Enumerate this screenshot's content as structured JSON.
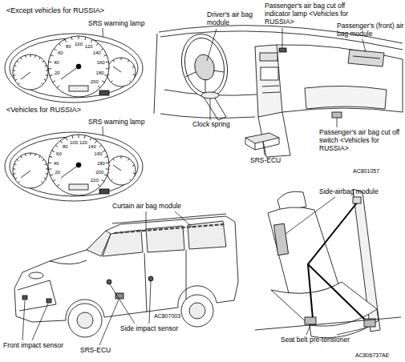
{
  "diagram": {
    "labels": [
      "<Except vehicles for RUSSIA>",
      "SRS warning lamp",
      "<Vehicles for RUSSIA>",
      "SRS warning lamp",
      "Driver's air bag module",
      "Passenger's air bag cut off indicator lamp <Vehicles for RUSSIA>",
      "Passenger's (front) air bag module",
      "Clock spring",
      "SRS-ECU",
      "Passenger's air bag cut off switch <Vehicles for RUSSIA>",
      "AC801057",
      "Curtain air bag module",
      "AC807003",
      "Side impact sensor",
      "Front impact sensor",
      "SRS-ECU",
      "Side-airbag module",
      "Seat belt pre-tensioner",
      "AC806737AE",
      "20",
      "40",
      "60",
      "80",
      "100",
      "120",
      "140",
      "160",
      "180",
      "200",
      "20",
      "40",
      "60",
      "80",
      "100",
      "120",
      "140",
      "160",
      "180",
      "200",
      "220"
    ]
  }
}
